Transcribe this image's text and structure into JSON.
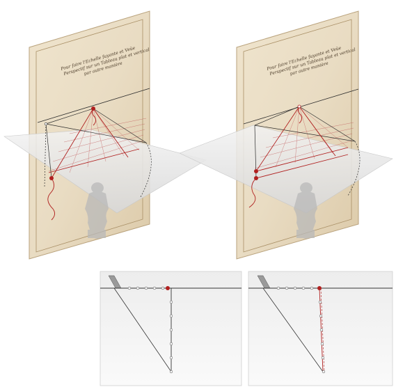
{
  "figure": {
    "panels": [
      {
        "id": "left-3d",
        "caption": [
          "Pour faire l'Echelle fuyante et Veüe",
          "Perspectif sur un Tableau plat et vertical",
          "par autre manière"
        ]
      },
      {
        "id": "right-3d",
        "caption": [
          "Pour faire l'Echelle fuyante et Veüe",
          "Perspectif sur un Tableau plat et vertical",
          "par autre manière"
        ]
      }
    ],
    "plans": [
      {
        "id": "left-plan",
        "tick_marks_horizontal": 5,
        "tick_marks_vertical": 6
      },
      {
        "id": "right-plan",
        "tick_marks_horizontal": 5,
        "tick_marks_vertical": 6
      }
    ],
    "colors": {
      "parchment": "#e9dcc3",
      "parchment_edge": "#cdb896",
      "ground_plane": "#e3e3e3",
      "construction_line": "#2b2b2b",
      "accent_red": "#b0201f",
      "statue_shadow": "#b9b9b9"
    }
  }
}
